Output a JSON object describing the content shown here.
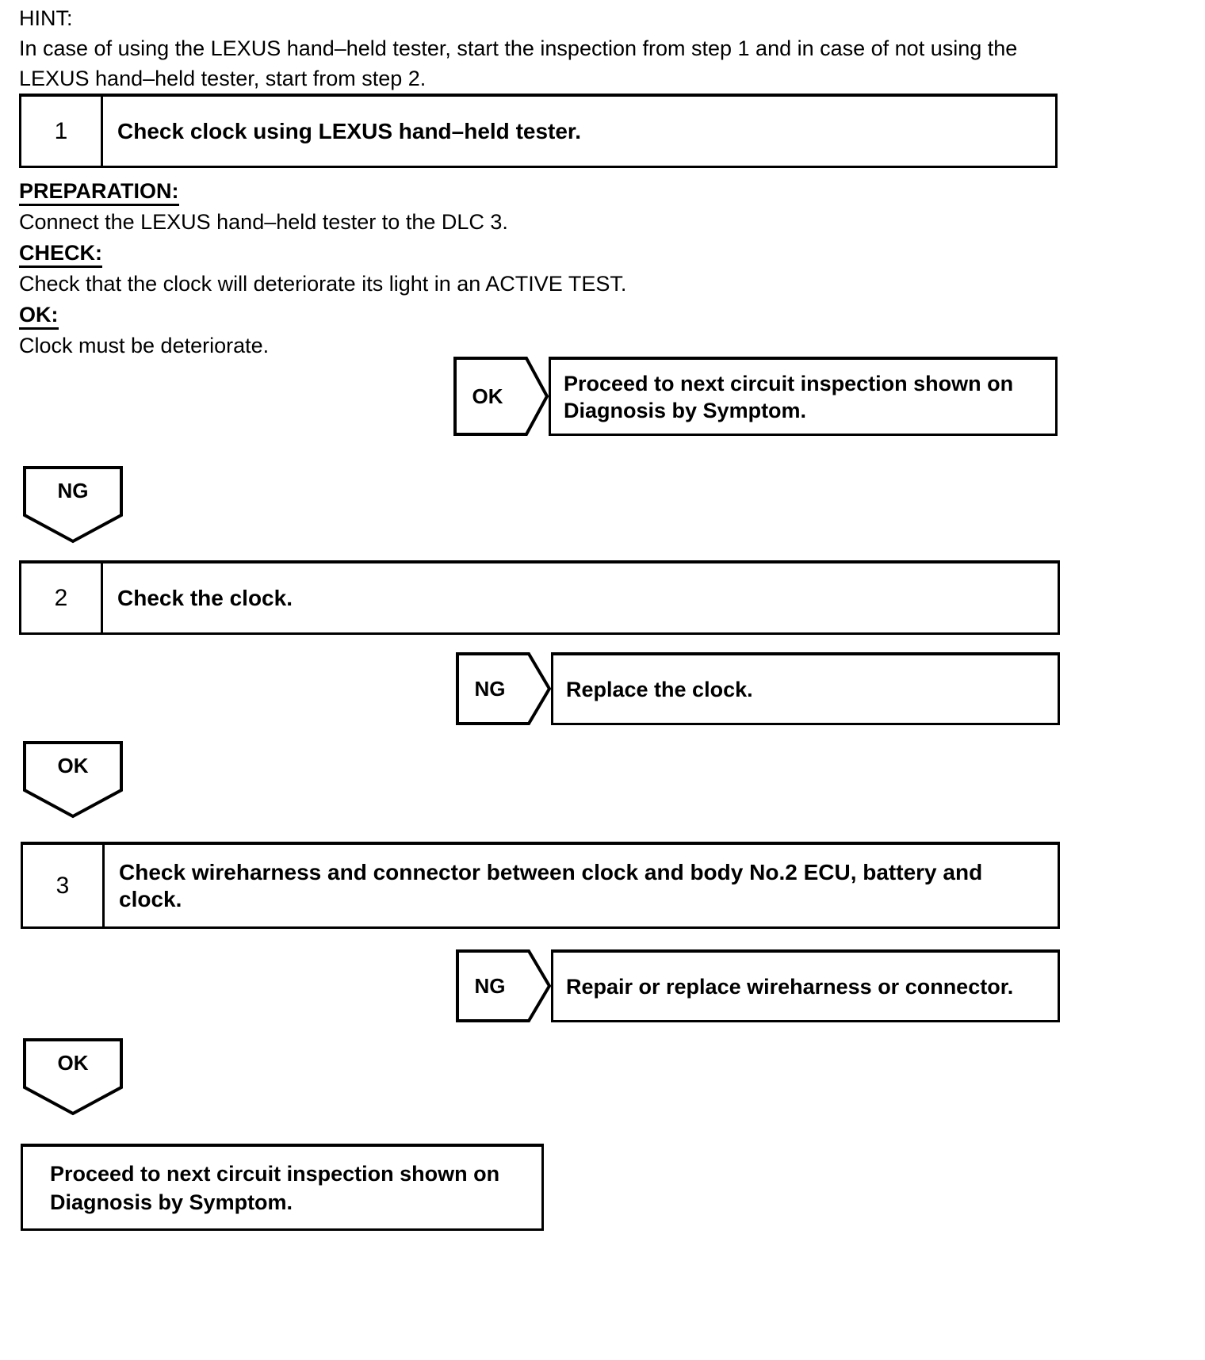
{
  "hint": {
    "label": "HINT:",
    "line1": "In case of using the LEXUS hand–held tester, start the inspection from step 1 and in case of not using the",
    "line2": "LEXUS hand–held tester, start from step 2."
  },
  "steps": [
    {
      "number": "1",
      "title": "Check clock using LEXUS hand–held tester.",
      "details": [
        {
          "header": "PREPARATION:",
          "body": "Connect the LEXUS hand–held tester to the DLC 3."
        },
        {
          "header": "CHECK:",
          "body": "Check that the clock will deteriorate its light in an ACTIVE TEST."
        },
        {
          "header": "OK:",
          "body": "Clock must be deteriorate."
        }
      ],
      "result": {
        "tag": "OK",
        "line1": "Proceed to next circuit inspection shown on",
        "line2": "Diagnosis by Symptom."
      },
      "connector": "NG"
    },
    {
      "number": "2",
      "title": "Check the clock.",
      "details": [],
      "result": {
        "tag": "NG",
        "line1": "Replace the clock.",
        "line2": ""
      },
      "connector": "OK"
    },
    {
      "number": "3",
      "title": "Check wireharness and connector between clock and body No.2 ECU, battery and clock.",
      "details": [],
      "result": {
        "tag": "NG",
        "line1": "Repair or replace wireharness or connector.",
        "line2": ""
      },
      "connector": "OK"
    }
  ],
  "final": {
    "line1": "Proceed to next circuit inspection shown on",
    "line2": "Diagnosis by Symptom."
  },
  "colors": {
    "ink": "#000000",
    "paper": "#ffffff"
  }
}
